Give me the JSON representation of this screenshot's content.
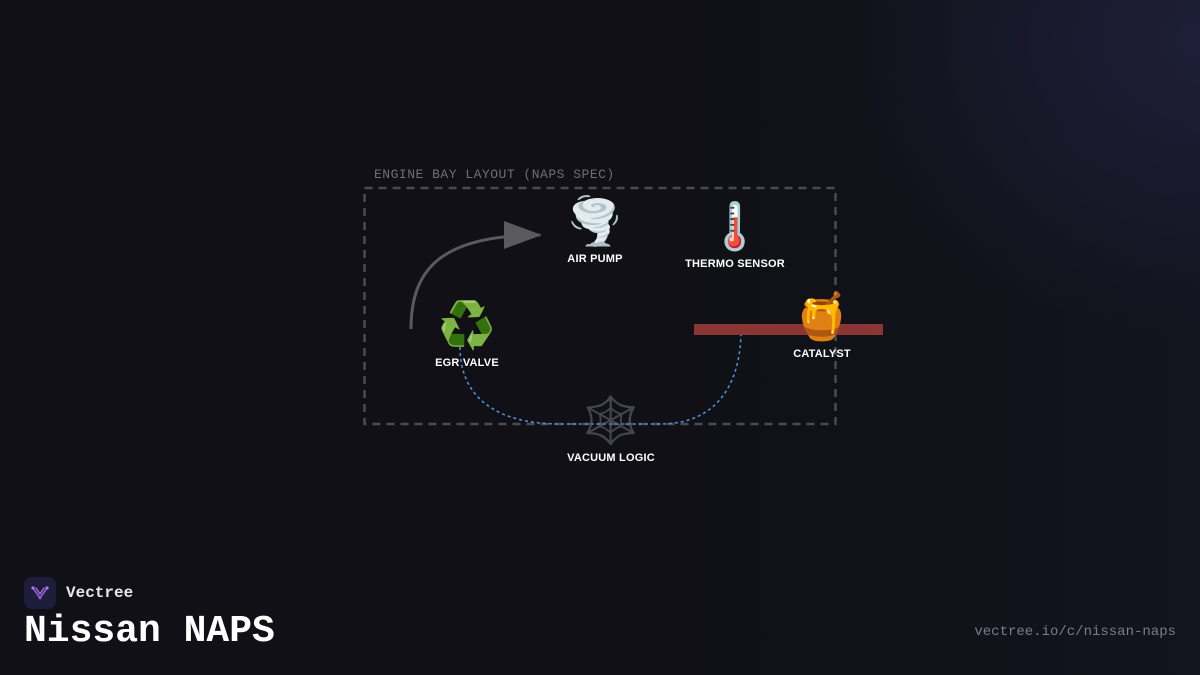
{
  "diagram": {
    "title": "ENGINE BAY LAYOUT (NAPS SPEC)",
    "nodes": [
      {
        "id": "air-pump",
        "icon": "🌪️",
        "icon_name": "tornado-icon",
        "label": "AIR PUMP"
      },
      {
        "id": "thermo-sensor",
        "icon": "🌡️",
        "icon_name": "thermometer-icon",
        "label": "THERMO SENSOR"
      },
      {
        "id": "egr-valve",
        "icon": "♻️",
        "icon_name": "recycle-icon",
        "label": "EGR VALVE"
      },
      {
        "id": "catalyst",
        "icon": "🍯",
        "icon_name": "honey-pot-icon",
        "label": "CATALYST"
      },
      {
        "id": "vacuum-logic",
        "icon": "🕸️",
        "icon_name": "spider-web-icon",
        "label": "VACUUM LOGIC"
      }
    ],
    "connections": [
      {
        "from": "egr-valve",
        "to": "air-pump",
        "style": "solid-arrow",
        "color": "#5a5a5e"
      },
      {
        "from": "egr-valve",
        "to": "thermo-sensor",
        "via": "vacuum-logic",
        "style": "dashed",
        "color": "#4a90d9"
      },
      {
        "from": "thermo-sensor",
        "to": "catalyst",
        "style": "bar",
        "color": "#8b3535"
      }
    ],
    "colors": {
      "frame": "#4a4a50",
      "arrow": "#5a5a5e",
      "vacuum_line": "#4a90d9",
      "heat_bar": "#8b3535"
    }
  },
  "brand": {
    "name": "Vectree",
    "logo_icon": "vectree-logo-icon",
    "accent": "#8e5cd9"
  },
  "page": {
    "title": "Nissan NAPS",
    "url": "vectree.io/c/nissan-naps"
  }
}
